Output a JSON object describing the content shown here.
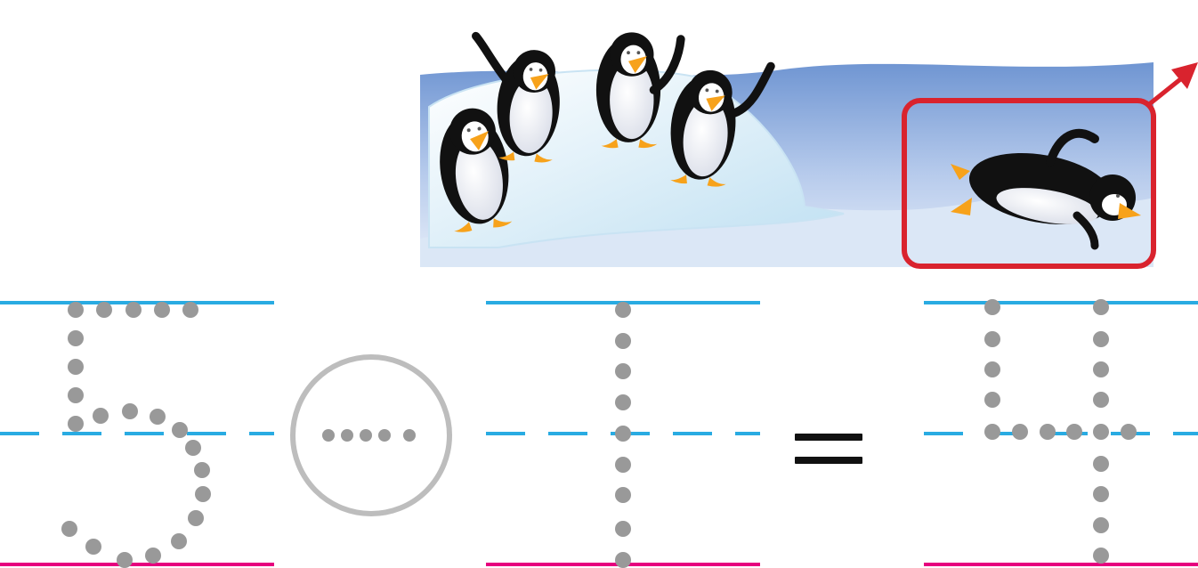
{
  "worksheet": {
    "kind": "number tracing subtraction exercise",
    "picture": {
      "description_icons": [
        "penguin-icon",
        "iceberg-icon",
        "arrow-icon"
      ],
      "penguins_on_ice": 4,
      "penguins_leaving": 1
    },
    "equation": {
      "minuend": 5,
      "subtrahend": 1,
      "result": 4,
      "operator": "-",
      "equals_symbol": "="
    },
    "colors": {
      "top_line": "#29abe2",
      "mid_dashed_line": "#29abe2",
      "base_line": "#e6007e",
      "trace_dots": "#999999",
      "operator_circle": "#bdbdbd",
      "highlight_box": "#d9232e",
      "sky_top": "#7b9fd6",
      "sky_bottom": "#e6eef8",
      "penguin_beak": "#f7a21b"
    }
  }
}
